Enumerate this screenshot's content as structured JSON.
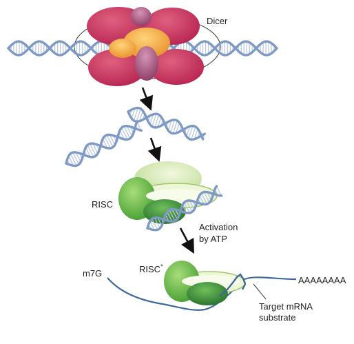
{
  "labels": {
    "dicer": "Dicer",
    "risc": "RISC",
    "activation_line1": "Activation",
    "activation_line2": "by ATP",
    "risc_active": "RISC",
    "risc_active_mark": "*",
    "m7g": "m7G",
    "polya": "AAAAAAAA",
    "target_line1": "Target mRNA",
    "target_line2": "substrate"
  },
  "colors": {
    "dicer_magenta": "#c8335e",
    "dicer_orange": "#f3a53b",
    "dicer_mauve": "#a44e76",
    "dna_strand": "#7d99c4",
    "dna_rungs": "#b9c9e0",
    "risc_green_dark": "#2f7f36",
    "risc_green_mid": "#5fb33e",
    "risc_green_light": "#c9e2a4",
    "mrna": "#3f6a98"
  }
}
